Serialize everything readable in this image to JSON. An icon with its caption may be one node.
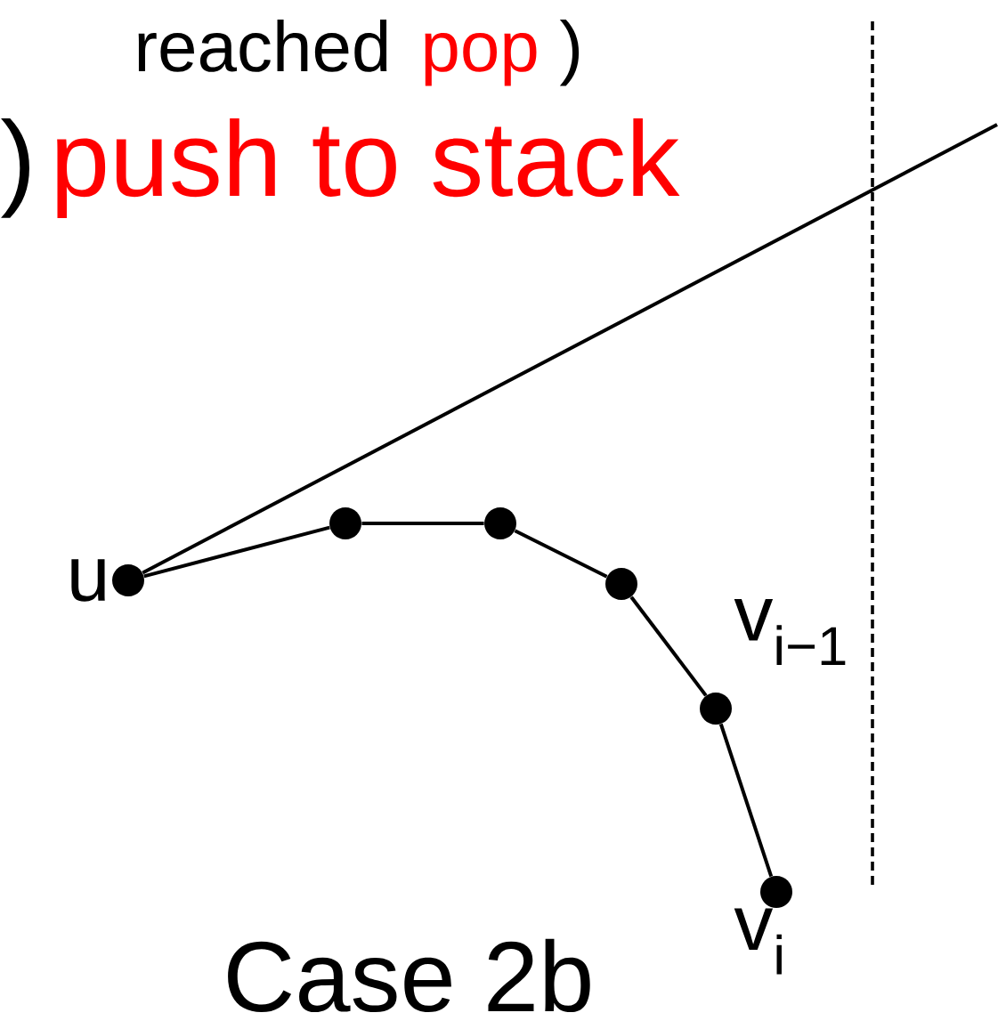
{
  "diagram": {
    "nodes": [
      {
        "text": [],
        "shape": "circle",
        "beside": [
          "u"
        ]
      },
      {
        "text": [],
        "shape": "circle"
      },
      {
        "text": [],
        "shape": "circle"
      },
      {
        "text": [],
        "shape": "circle"
      },
      {
        "text": [],
        "shape": "circle",
        "beside": [
          "v$_{i−1}$"
        ]
      },
      {
        "text": [],
        "shape": "circle",
        "beside": [
          "v$_{i}$"
        ]
      }
    ],
    "edges": [
      {
        "from": 0,
        "to": 1,
        "arrow": "none"
      },
      {
        "from": 1,
        "to": 2,
        "arrow": "none"
      },
      {
        "from": 2,
        "to": 3,
        "arrow": "none"
      },
      {
        "from": 3,
        "to": 4,
        "arrow": "none"
      },
      {
        "from": 4,
        "to": 5,
        "arrow": "none"
      },
      {
        "from": 0,
        "to": null,
        "arrow": "none"
      }
    ],
    "labels": [
      "reached",
      "pop",
      ")",
      ")",
      "push to stack",
      "Case 2b"
    ]
  }
}
